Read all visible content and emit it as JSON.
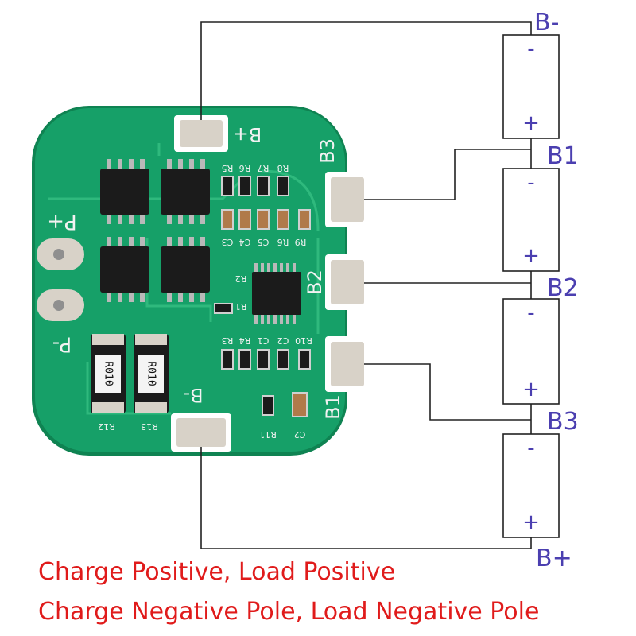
{
  "colors": {
    "wire": "#222222",
    "terminal_label": "#4b3fb0",
    "caption": "#e01b1b",
    "pcb": "#16a068",
    "pcb_edge": "#0f8352",
    "silkscreen": "#f2f2f2",
    "pad": "#d8d2c8",
    "chip": "#1b1b1b",
    "trace": "#2fb97d"
  },
  "terminals": {
    "b_minus": "B-",
    "b1": "B1",
    "b2": "B2",
    "b3": "B3",
    "b_plus": "B+"
  },
  "cell_signs": {
    "negative": "-",
    "positive": "+"
  },
  "board_labels": {
    "pad_b_plus": "B+",
    "pad_b3": "B3",
    "pad_b2": "B2",
    "pad_b1": "B1",
    "pad_b_minus": "B-",
    "p_plus": "P+",
    "p_minus": "P-",
    "shunt_1": "R010",
    "shunt_2": "R010",
    "r12": "R12",
    "r13": "R13",
    "r11": "R11",
    "c2": "C2",
    "r1": "R1",
    "r2": "R2",
    "r3": "R3",
    "r4": "R4",
    "r5": "R5",
    "r6": "R6",
    "r7": "R7",
    "r8": "R8",
    "r9": "R9",
    "r10": "R10",
    "c1": "C1",
    "c3": "C3",
    "c4": "C4",
    "c5": "C5"
  },
  "captions": {
    "line1": "Charge Positive, Load Positive",
    "line2": "Charge Negative Pole, Load Negative Pole"
  }
}
